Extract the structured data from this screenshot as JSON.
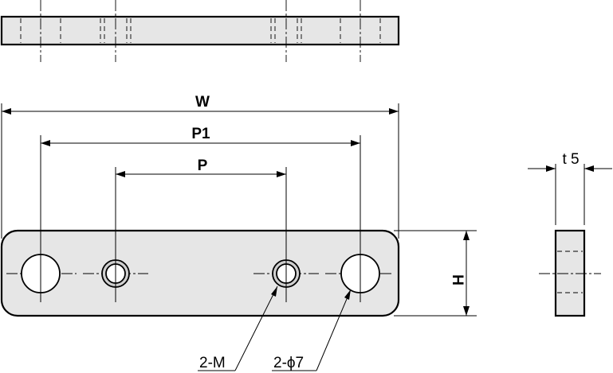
{
  "labels": {
    "width": "W",
    "pitch1": "P1",
    "pitch": "P",
    "height": "H",
    "thickness": "t 5",
    "tap_callout": "2-M",
    "hole_callout": "2-ϕ7"
  }
}
